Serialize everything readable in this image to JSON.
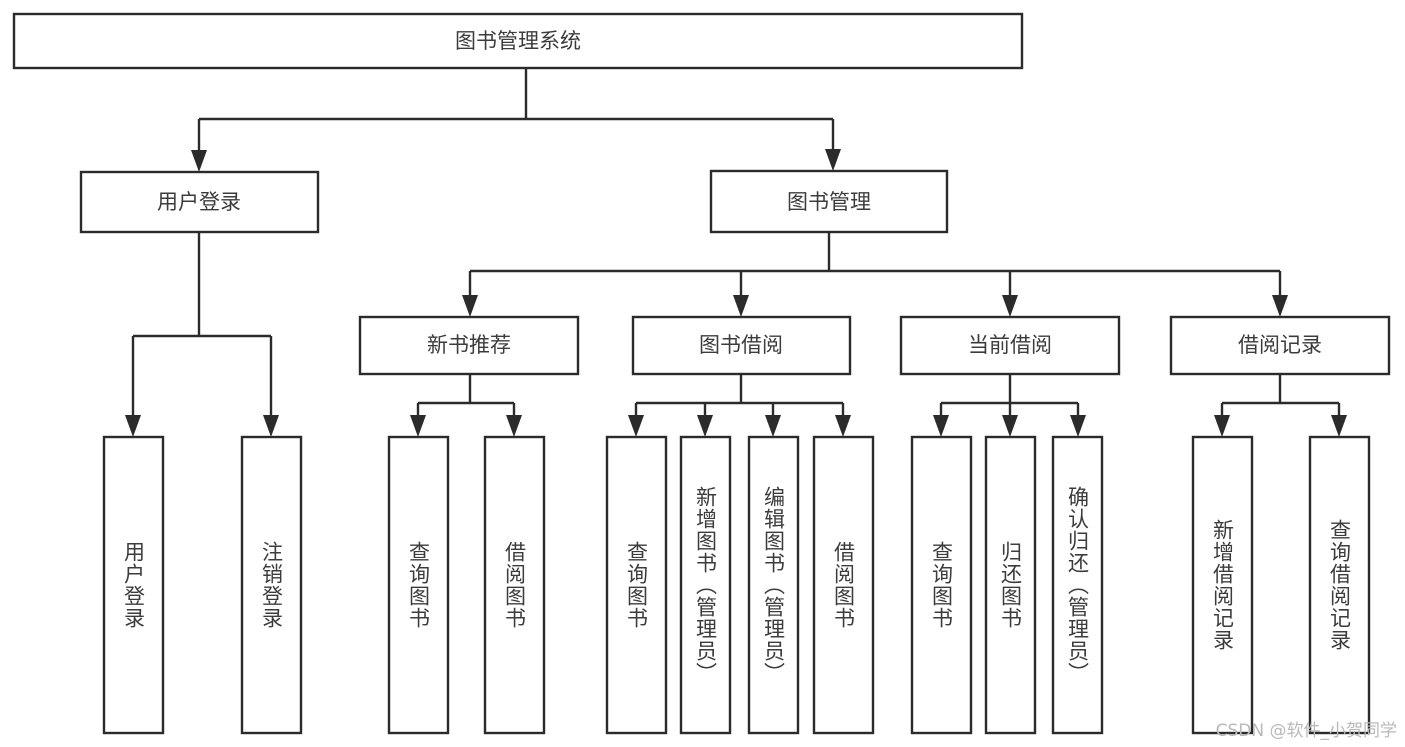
{
  "diagram": {
    "title": "图书管理系统",
    "type": "tree-hierarchy-diagram",
    "root": {
      "label": "图书管理系统"
    },
    "level1": [
      {
        "label": "用户登录"
      },
      {
        "label": "图书管理"
      }
    ],
    "level2": [
      {
        "label": "新书推荐"
      },
      {
        "label": "图书借阅"
      },
      {
        "label": "当前借阅"
      },
      {
        "label": "借阅记录"
      }
    ],
    "leaves": {
      "user_login": [
        {
          "label": "用户登录"
        },
        {
          "label": "注销登录"
        }
      ],
      "new_book_recommend": [
        {
          "label": "查询图书"
        },
        {
          "label": "借阅图书"
        }
      ],
      "book_borrow": [
        {
          "label": "查询图书"
        },
        {
          "label": "新增图书（管理员）"
        },
        {
          "label": "编辑图书（管理员）"
        },
        {
          "label": "借阅图书"
        }
      ],
      "current_borrow": [
        {
          "label": "查询图书"
        },
        {
          "label": "归还图书"
        },
        {
          "label": "确认归还（管理员）"
        }
      ],
      "borrow_record": [
        {
          "label": "新增借阅记录"
        },
        {
          "label": "查询借阅记录"
        }
      ]
    }
  },
  "watermark": {
    "text": "CSDN @软件_小贺同学"
  },
  "colors": {
    "background": "#ffffff",
    "box_stroke": "#2b2b2b",
    "box_fill": "#ffffff",
    "text": "#3c3c3c",
    "watermark": "#b9b9b9"
  }
}
